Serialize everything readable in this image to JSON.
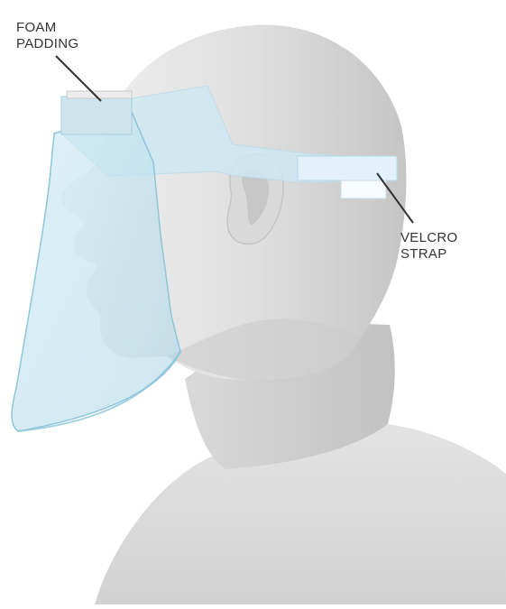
{
  "labels": {
    "foam_padding": [
      "FOAM",
      "PADDING"
    ],
    "velcro_strap": [
      "VELCRO",
      "STRAP"
    ]
  },
  "colors": {
    "background": "#ffffff",
    "head_light": "#ececec",
    "head_mid": "#d8d8d8",
    "head_shadow": "#b9b9b9",
    "shield": "#bfe1ef",
    "shield_edge": "#8fc5da",
    "strap": "#cfe8f2",
    "text": "#333333",
    "leader_line": "#333333"
  }
}
